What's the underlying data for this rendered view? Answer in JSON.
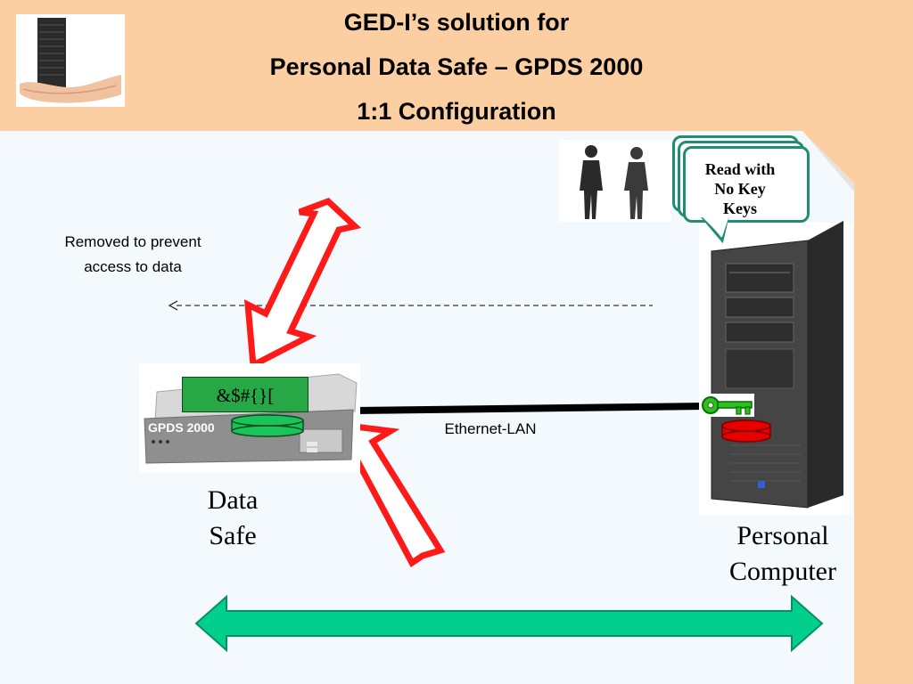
{
  "title": {
    "line1": "GED-I’s solution for",
    "line2": "Personal Data Safe – GPDS 2000",
    "line3": "1:1    Configuration"
  },
  "labels": {
    "removed_note_1": "Removed to prevent",
    "removed_note_2": "access to data",
    "encrypted_data": "&$#{}[",
    "device_brand": "GPDS 2000",
    "device_model": "",
    "ethernet": "Ethernet-LAN",
    "data_safe_1": "Data",
    "data_safe_2": "Safe",
    "pc_1": "Personal",
    "pc_2": "Computer",
    "bubble_1": "Read with",
    "bubble_2": "Keys",
    "bubble_back_1": "No Key"
  },
  "colors": {
    "header_bg": "#fccfa2",
    "body_bg": "#f3f9fc",
    "red_arrow": "#ff1a1a",
    "green_arrow": "#00d08c",
    "green_box": "#27a745",
    "bubble_border": "#1f8c73",
    "key_green": "#2cc21e",
    "disk_red": "#e60000"
  },
  "icons": {
    "people": "people-silhouette-icon",
    "key": "key-icon",
    "logo": "server-in-hand-icon"
  }
}
